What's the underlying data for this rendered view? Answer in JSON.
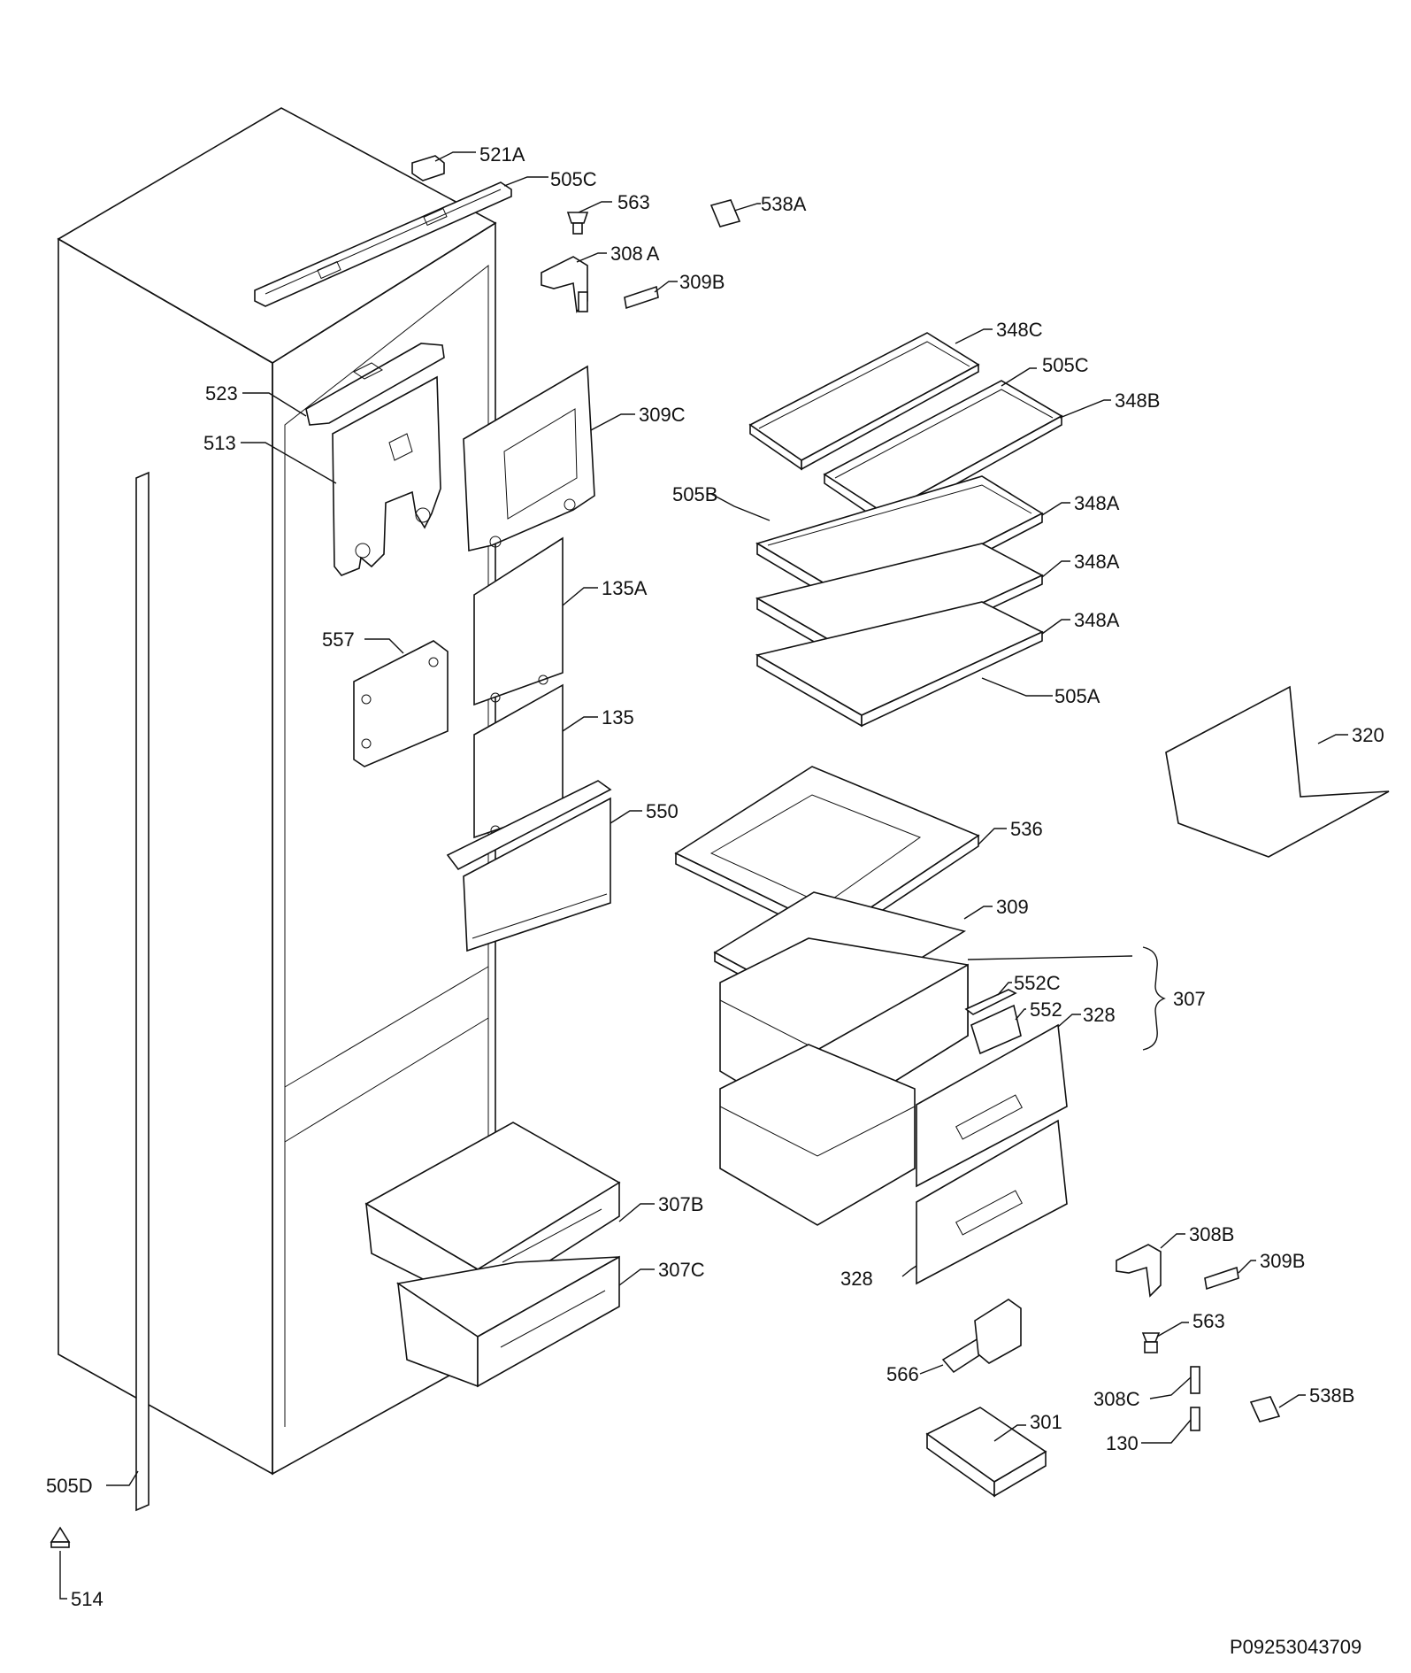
{
  "callouts": [
    {
      "id": "521",
      "sub": "A"
    },
    {
      "id": "505",
      "sub": "C"
    },
    {
      "id": "563",
      "sub": ""
    },
    {
      "id": "538",
      "sub": "A"
    },
    {
      "id": "308",
      "sub": "A"
    },
    {
      "id": "309",
      "sub": "B"
    },
    {
      "id": "348",
      "sub": "C"
    },
    {
      "id": "505",
      "sub": "C"
    },
    {
      "id": "348",
      "sub": "B"
    },
    {
      "id": "523",
      "sub": ""
    },
    {
      "id": "513",
      "sub": ""
    },
    {
      "id": "309",
      "sub": "C"
    },
    {
      "id": "505",
      "sub": "B"
    },
    {
      "id": "348",
      "sub": "A"
    },
    {
      "id": "348",
      "sub": "A"
    },
    {
      "id": "348",
      "sub": "A"
    },
    {
      "id": "135",
      "sub": "A"
    },
    {
      "id": "557",
      "sub": ""
    },
    {
      "id": "505",
      "sub": "A"
    },
    {
      "id": "135",
      "sub": ""
    },
    {
      "id": "320",
      "sub": ""
    },
    {
      "id": "550",
      "sub": ""
    },
    {
      "id": "536",
      "sub": ""
    },
    {
      "id": "309",
      "sub": ""
    },
    {
      "id": "552",
      "sub": "C"
    },
    {
      "id": "307",
      "sub": ""
    },
    {
      "id": "552",
      "sub": ""
    },
    {
      "id": "328",
      "sub": ""
    },
    {
      "id": "307",
      "sub": "B"
    },
    {
      "id": "308",
      "sub": "B"
    },
    {
      "id": "309",
      "sub": "B"
    },
    {
      "id": "307",
      "sub": "C"
    },
    {
      "id": "328",
      "sub": ""
    },
    {
      "id": "563",
      "sub": ""
    },
    {
      "id": "566",
      "sub": ""
    },
    {
      "id": "308",
      "sub": "C"
    },
    {
      "id": "538",
      "sub": "B"
    },
    {
      "id": "301",
      "sub": ""
    },
    {
      "id": "130",
      "sub": ""
    },
    {
      "id": "505",
      "sub": "D"
    },
    {
      "id": "514",
      "sub": ""
    }
  ],
  "document_code": "P09253043709"
}
